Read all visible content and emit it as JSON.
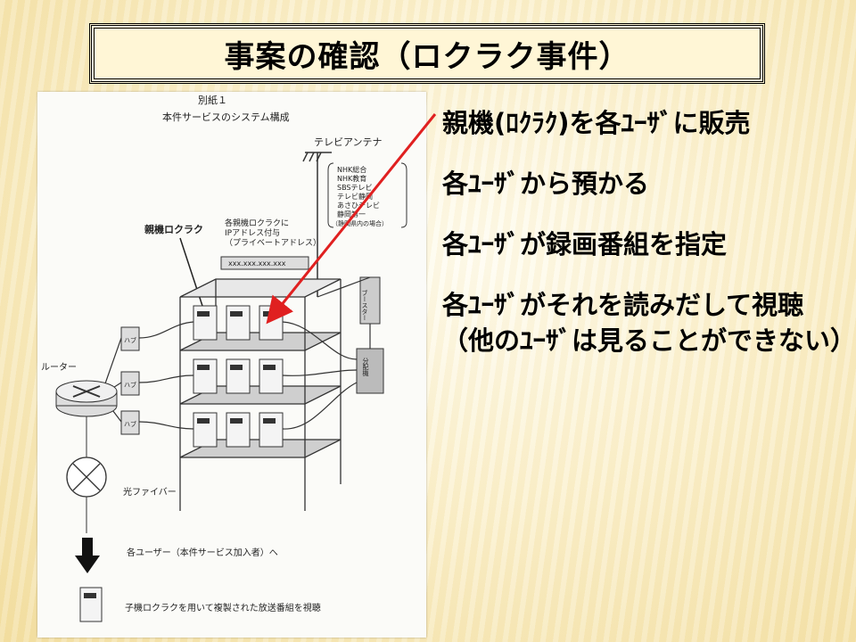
{
  "slide": {
    "title": "事案の確認（ロクラク事件）",
    "bullets": [
      "親機(ﾛｸﾗｸ)を各ﾕｰｻﾞに販売",
      "各ﾕｰｻﾞから預かる",
      "各ﾕｰｻﾞが録画番組を指定",
      "各ﾕｰｻﾞがそれを読みだして視聴（他のﾕｰｻﾞは見ることができない）"
    ],
    "accent_color": "#e02020"
  },
  "scan": {
    "attachment_label": "別紙１",
    "system_title": "本件サービスのシステム構成",
    "antenna_label": "テレビアンテナ",
    "channels": [
      "NHK総合",
      "NHK教育",
      "SBSテレビ",
      "テレビ静岡",
      "あさひテレビ",
      "静岡第一",
      "（静岡県内の場合）"
    ],
    "parent_label": "親機ロクラク",
    "ip_note": [
      "各親機ロクラクに",
      "IPアドレス付与",
      "（プライベートアドレス）"
    ],
    "hub_label": "xxx.xxx.xxx.xxx",
    "router_label": "ルーター",
    "fiber_label": "光ファイバー",
    "users_label": "各ユーザー（本件サービス加入者）へ",
    "child_label": "子機ロクラクを用いて複製された放送番組を視聴",
    "hub_small": [
      "ハブ",
      "ハブ",
      "ハブ"
    ],
    "booster_label": "ブースター",
    "splitter_label": "分配機"
  }
}
